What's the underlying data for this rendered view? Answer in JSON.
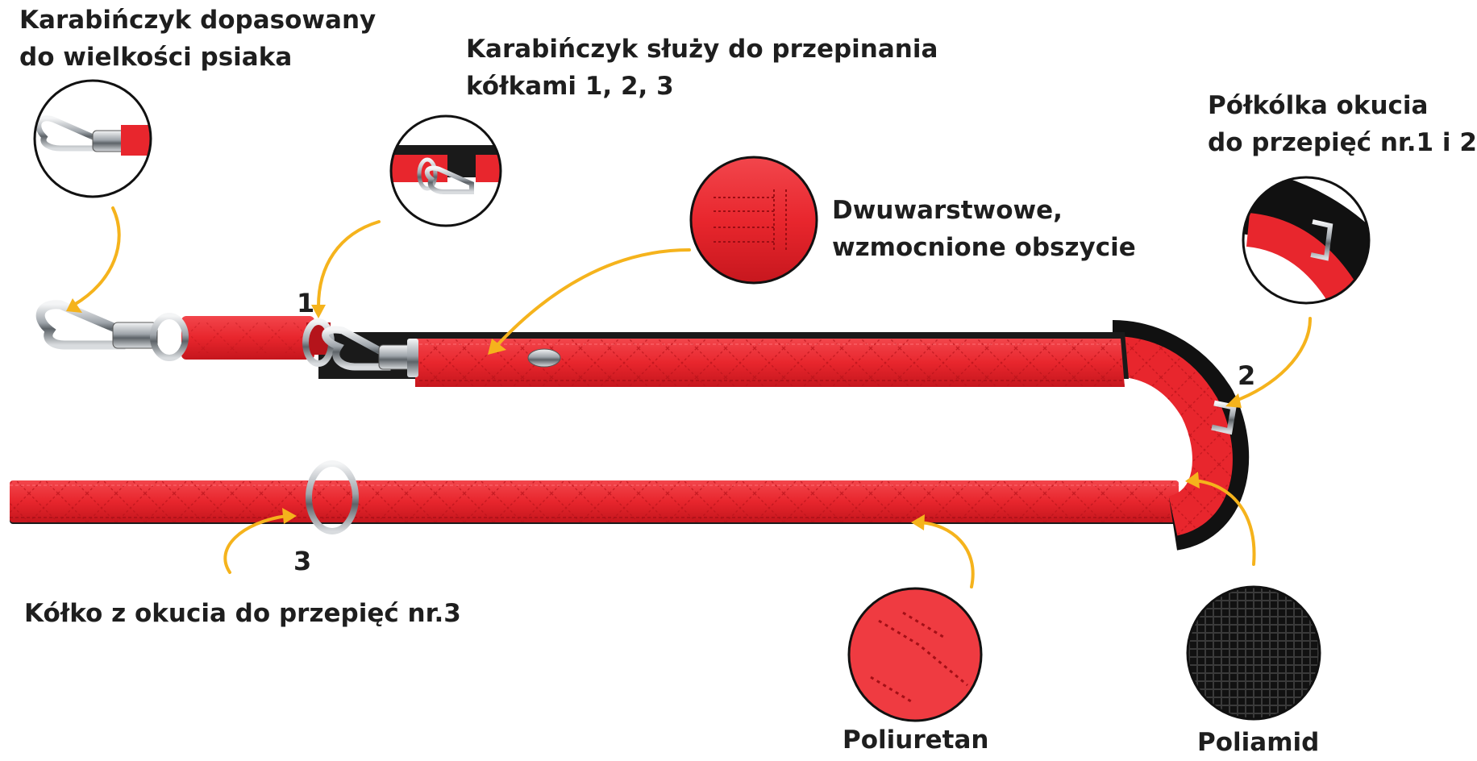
{
  "annotations": {
    "snap_hook_size": {
      "line1": "Karabińczyk dopasowany",
      "line2": "do wielkości psiaka"
    },
    "snap_hook_rings": {
      "line1": "Karabińczyk służy do przepinania",
      "line2": "kółkami 1, 2, 3"
    },
    "double_stitching": {
      "line1": "Dwuwarstwowe,",
      "line2": "wzmocnione obszycie"
    },
    "half_ring": {
      "line1": "Półkólka okucia",
      "line2": "do przepięć nr.1 i 2"
    },
    "ring_3": {
      "line1": "Kółko z okucia do przepięć nr.3"
    },
    "polyurethane": {
      "label": "Poliuretan"
    },
    "polyamide": {
      "label": "Poliamid"
    }
  },
  "numbers": {
    "n1": "1",
    "n2": "2",
    "n3": "3"
  },
  "colors": {
    "leash_red": "#e8262d",
    "leash_red_dark": "#b5141b",
    "webbing_black": "#1a1a1a",
    "arrow_yellow": "#f5b31c",
    "text": "#1e1e1e",
    "metal": "#9aa0a6"
  }
}
